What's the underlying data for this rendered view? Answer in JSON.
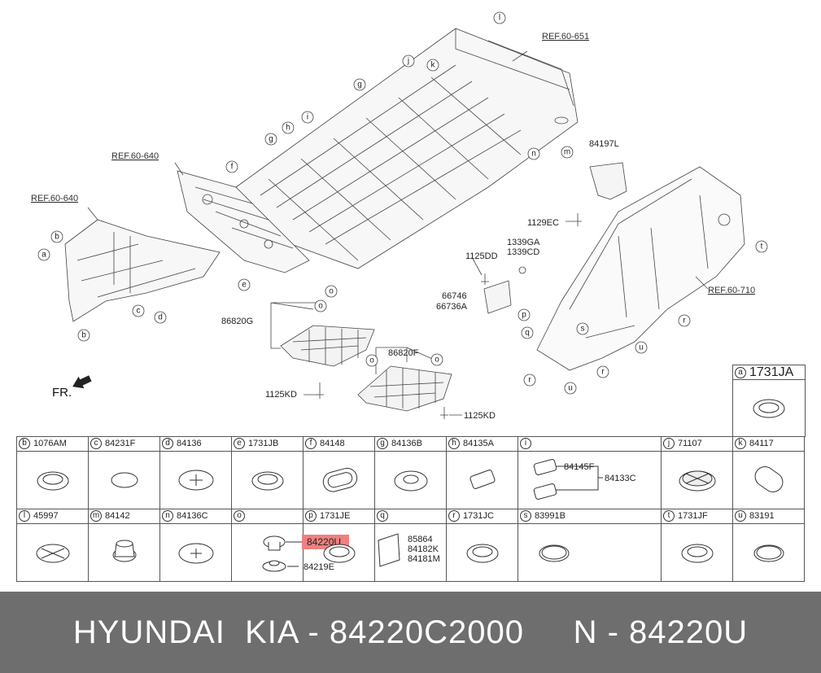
{
  "refs": {
    "r1": "REF.60-651",
    "r2": "REF.60-640",
    "r3": "REF.60-640",
    "r4": "REF.60-710"
  },
  "diagram_labels": {
    "p84197L": "84197L",
    "p1129EC": "1129EC",
    "p1339GA": "1339GA",
    "p1339CD": "1339CD",
    "p1125DD": "1125DD",
    "p66746": "66746",
    "p66736A": "66736A",
    "p86820G": "86820G",
    "p86820F": "86820F",
    "p1125KD_a": "1125KD",
    "p1125KD_b": "1125KD",
    "fr": "FR."
  },
  "callout_letters": {
    "a": "a",
    "b": "b",
    "c": "c",
    "d": "d",
    "e": "e",
    "f": "f",
    "g": "g",
    "h": "h",
    "i": "i",
    "j": "j",
    "k": "k",
    "l": "l",
    "m": "m",
    "n": "n",
    "o": "o",
    "p": "p",
    "q": "q",
    "r": "r",
    "s": "s",
    "t": "t",
    "u": "u"
  },
  "cell_a": {
    "letter": "a",
    "part": "1731JA"
  },
  "row1": [
    {
      "letter": "b",
      "part": "1076AM"
    },
    {
      "letter": "c",
      "part": "84231F"
    },
    {
      "letter": "d",
      "part": "84136"
    },
    {
      "letter": "e",
      "part": "1731JB"
    },
    {
      "letter": "f",
      "part": "84148"
    },
    {
      "letter": "g",
      "part": "84136B"
    },
    {
      "letter": "h",
      "part": "84135A"
    },
    {
      "letter": "i",
      "part": "",
      "sub1": "84145F",
      "sub2": "84133C"
    },
    {
      "letter": "j",
      "part": "71107"
    },
    {
      "letter": "k",
      "part": "84117"
    }
  ],
  "row2": [
    {
      "letter": "l",
      "part": "45997"
    },
    {
      "letter": "m",
      "part": "84142"
    },
    {
      "letter": "n",
      "part": "84136C"
    },
    {
      "letter": "o",
      "part": "",
      "sub1": "84220U",
      "sub2": "84219E"
    },
    {
      "letter": "p",
      "part": "1731JE"
    },
    {
      "letter": "q",
      "part": "",
      "sub1": "85864",
      "sub2": "84182K",
      "sub3": "84181M"
    },
    {
      "letter": "r",
      "part": "1731JC"
    },
    {
      "letter": "s",
      "part": "83991B"
    },
    {
      "letter": "t",
      "part": "1731JF"
    },
    {
      "letter": "u",
      "part": "83191"
    }
  ],
  "highlight_color": "#f08080",
  "footer": {
    "text": "HYUNDAI  KIA - 84220C2000     N - 84220U"
  }
}
